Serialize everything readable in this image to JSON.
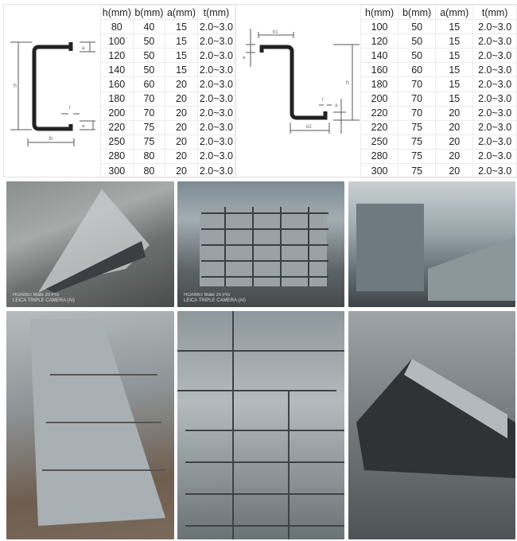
{
  "c_section": {
    "labels": {
      "h": "h",
      "b": "b",
      "a": "a",
      "t": "t"
    },
    "headers": [
      "h(mm)",
      "b(mm)",
      "a(mm)",
      "t(mm)"
    ],
    "rows": [
      [
        "80",
        "40",
        "15",
        "2.0~3.0"
      ],
      [
        "100",
        "50",
        "15",
        "2.0~3.0"
      ],
      [
        "120",
        "50",
        "15",
        "2.0~3.0"
      ],
      [
        "140",
        "50",
        "15",
        "2.0~3.0"
      ],
      [
        "160",
        "60",
        "20",
        "2.0~3.0"
      ],
      [
        "180",
        "70",
        "20",
        "2.0~3.0"
      ],
      [
        "200",
        "70",
        "20",
        "2.0~3.0"
      ],
      [
        "220",
        "75",
        "20",
        "2.0~3.0"
      ],
      [
        "250",
        "75",
        "20",
        "2.0~3.0"
      ],
      [
        "280",
        "80",
        "20",
        "2.0~3.0"
      ],
      [
        "300",
        "80",
        "20",
        "2.0~3.0"
      ]
    ]
  },
  "z_section": {
    "labels": {
      "h": "h",
      "b1": "b1",
      "b2": "b2",
      "a": "a",
      "t": "t"
    },
    "headers": [
      "h(mm)",
      "b(mm)",
      "a(mm)",
      "t(mm)"
    ],
    "rows": [
      [
        "100",
        "50",
        "15",
        "2.0~3.0"
      ],
      [
        "120",
        "50",
        "15",
        "2.0~3.0"
      ],
      [
        "140",
        "50",
        "15",
        "2.0~3.0"
      ],
      [
        "160",
        "60",
        "15",
        "2.0~3.0"
      ],
      [
        "180",
        "70",
        "15",
        "2.0~3.0"
      ],
      [
        "200",
        "70",
        "15",
        "2.0~3.0"
      ],
      [
        "220",
        "70",
        "20",
        "2.0~3.0"
      ],
      [
        "220",
        "75",
        "20",
        "2.0~3.0"
      ],
      [
        "250",
        "75",
        "20",
        "2.0~3.0"
      ],
      [
        "280",
        "75",
        "20",
        "2.0~3.0"
      ],
      [
        "300",
        "75",
        "20",
        "2.0~3.0"
      ]
    ]
  },
  "photos": {
    "watermark": {
      "line1": "HUAWEI Mate 20 Pro",
      "line2": "LEICA TRIPLE CAMERA (AI)"
    }
  }
}
